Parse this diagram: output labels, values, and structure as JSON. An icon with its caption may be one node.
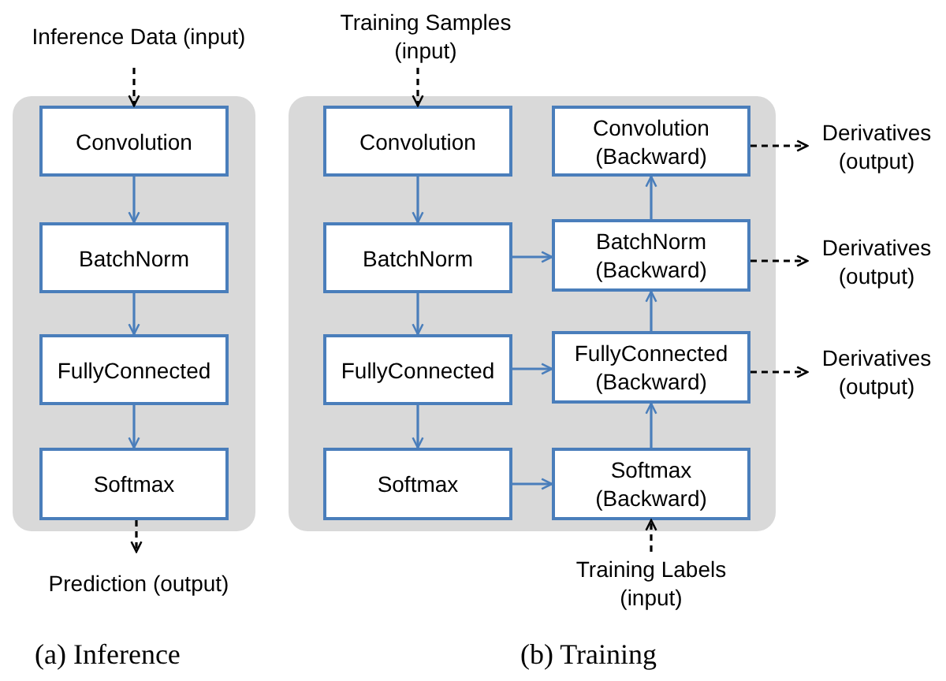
{
  "diagram": {
    "nodes": [
      {
        "text": [
          "Inference Data (input)"
        ]
      },
      {
        "text": [],
        "shape": "box"
      },
      {
        "text": [
          "Convolution"
        ],
        "in": 1
      },
      {
        "text": [
          "BatchNorm"
        ],
        "in": 1
      },
      {
        "text": [
          "FullyConnected"
        ],
        "in": 1
      },
      {
        "text": [
          "Softmax"
        ],
        "in": 1
      },
      {
        "text": [
          "Prediction (output)"
        ]
      },
      {
        "text": [
          "Training Samples (input)"
        ]
      },
      {
        "text": [],
        "shape": "box"
      },
      {
        "text": [
          "Convolution"
        ],
        "in": 8
      },
      {
        "text": [
          "Convolution (Backward)"
        ],
        "in": 8
      },
      {
        "text": [
          "Derivatives (output)"
        ]
      },
      {
        "text": [
          "BatchNorm"
        ],
        "in": 8
      },
      {
        "text": [
          "BatchNorm (Backward)"
        ],
        "in": 8
      },
      {
        "text": [
          "Derivatives (output)"
        ]
      },
      {
        "text": [
          "FullyConnected"
        ],
        "in": 8
      },
      {
        "text": [
          "FullyConnected (Backward)"
        ],
        "in": 8
      },
      {
        "text": [
          "Derivatives (output)"
        ]
      },
      {
        "text": [
          "Softmax"
        ],
        "in": 8
      },
      {
        "text": [
          "Softmax (Backward)"
        ],
        "in": 8
      },
      {
        "text": [
          "Training Labels (input)"
        ]
      }
    ],
    "edges": [
      {
        "from": 0,
        "to": 2,
        "arrow": "to",
        "style": "dashed",
        "color": "#000000"
      },
      {
        "from": 2,
        "to": 3,
        "arrow": "to"
      },
      {
        "from": 3,
        "to": 4,
        "arrow": "to"
      },
      {
        "from": 4,
        "to": 5,
        "arrow": "to"
      },
      {
        "from": 5,
        "to": 6,
        "arrow": "to",
        "style": "dashed",
        "color": "#000000"
      },
      {
        "from": 7,
        "to": 9,
        "arrow": "to",
        "style": "dashed",
        "color": "#000000"
      },
      {
        "from": 9,
        "to": 12,
        "arrow": "to"
      },
      {
        "from": 12,
        "to": 15,
        "arrow": "to"
      },
      {
        "from": 15,
        "to": 18,
        "arrow": "to"
      },
      {
        "from": 18,
        "to": 19,
        "arrow": "to"
      },
      {
        "from": 19,
        "to": 16,
        "arrow": "to"
      },
      {
        "from": 16,
        "to": 13,
        "arrow": "to"
      },
      {
        "from": 13,
        "to": 10,
        "arrow": "to"
      },
      {
        "from": 12,
        "to": 13,
        "arrow": "to"
      },
      {
        "from": 15,
        "to": 16,
        "arrow": "to"
      },
      {
        "from": 10,
        "to": 11,
        "arrow": "to",
        "style": "dashed",
        "color": "#000000"
      },
      {
        "from": 13,
        "to": 14,
        "arrow": "to",
        "style": "dashed",
        "color": "#000000"
      },
      {
        "from": 16,
        "to": 17,
        "arrow": "to",
        "style": "dashed",
        "color": "#000000"
      },
      {
        "from": 20,
        "to": 19,
        "arrow": "to",
        "style": "dashed",
        "color": "#000000"
      }
    ],
    "labels": [
      "(a) Inference",
      "(b) Training"
    ]
  }
}
